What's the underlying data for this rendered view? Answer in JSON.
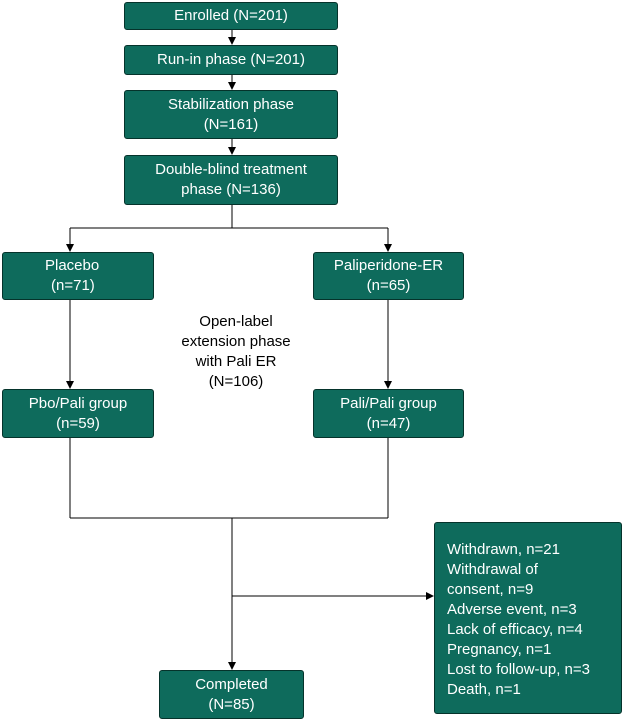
{
  "enrolled": {
    "line1": "Enrolled (N=201)"
  },
  "run_in": {
    "line1": "Run-in phase (N=201)"
  },
  "stabilization": {
    "line1": "Stabilization phase",
    "line2": "(N=161)"
  },
  "double_blind": {
    "line1": "Double-blind treatment",
    "line2": "phase (N=136)"
  },
  "placebo": {
    "line1": "Placebo",
    "line2": "(n=71)"
  },
  "paliperidone": {
    "line1": "Paliperidone-ER",
    "line2": "(n=65)"
  },
  "open_label": {
    "line1": "Open-label",
    "line2": "extension phase",
    "line3": "with Pali ER",
    "line4": "(N=106)"
  },
  "pbo_pali": {
    "line1": "Pbo/Pali group",
    "line2": "(n=59)"
  },
  "pali_pali": {
    "line1": "Pali/Pali group",
    "line2": "(n=47)"
  },
  "withdrawn": {
    "lines": [
      "Withdrawn, n=21",
      "Withdrawal of",
      "consent, n=9",
      "Adverse event, n=3",
      "Lack of efficacy, n=4",
      "Pregnancy, n=1",
      "Lost to follow-up, n=3",
      "Death, n=1"
    ]
  },
  "completed": {
    "line1": "Completed",
    "line2": "(N=85)"
  },
  "colors": {
    "box_fill": "#0e6b5c",
    "box_border": "#05332b",
    "line": "#000000"
  }
}
